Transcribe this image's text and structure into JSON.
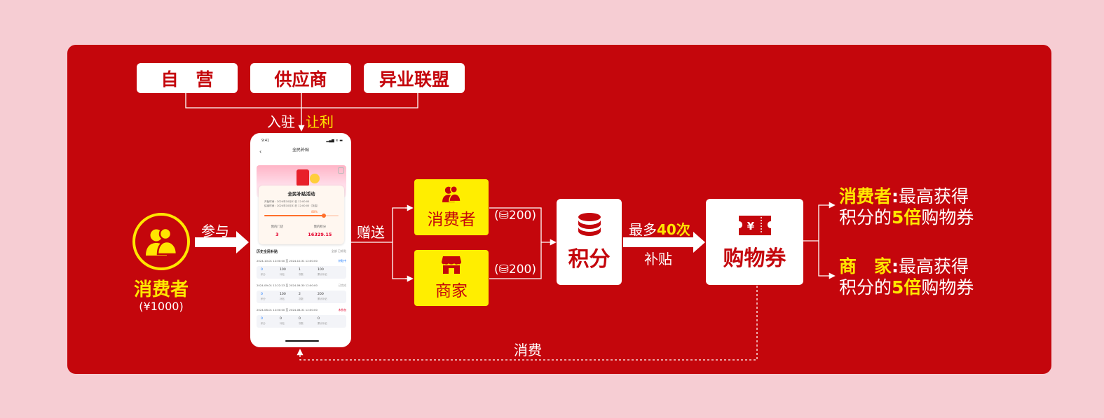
{
  "colors": {
    "background": "#f6cdd3",
    "panel": "#c4060c",
    "accent_yellow": "#ffe600",
    "box_yellow": "#ffee00",
    "white": "#ffffff"
  },
  "sources": {
    "self_operated": "自　营",
    "supplier": "供应商",
    "alliance": "异业联盟"
  },
  "labels": {
    "settle_in": "入驻",
    "concession": "让利",
    "participate": "参与",
    "gift": "赠送",
    "most_prefix": "最多",
    "most_count": "40次",
    "subsidy": "补贴",
    "consume": "消费"
  },
  "consumer": {
    "title": "消费者",
    "amount": "(¥1000)",
    "icon": "users-icon"
  },
  "recipients": {
    "consumer_label": "消费者",
    "consumer_icon": "users-icon",
    "consumer_points": "(⛁200)",
    "merchant_label": "商家",
    "merchant_icon": "shop-icon",
    "merchant_points": "(⛁200)"
  },
  "points_box": {
    "label": "积分",
    "icon": "coin-stack-icon"
  },
  "voucher_box": {
    "label": "购物券",
    "icon": "voucher-icon"
  },
  "outcomes": [
    {
      "who": "消费者",
      "colon": ":",
      "line1_rest": "最高获得",
      "line2_prefix": "积分的",
      "multiple": "5倍",
      "line2_suffix": "购物券"
    },
    {
      "who": "商　家",
      "colon": ":",
      "line1_rest": "最高获得",
      "line2_prefix": "积分的",
      "multiple": "5倍",
      "line2_suffix": "购物券"
    }
  ],
  "phone": {
    "time": "9:41",
    "signal": "▂▄▆ ≋ ▬",
    "back": "‹",
    "title": "全民补贴",
    "card_title": "全民补贴活动",
    "start_time": "开始时间：2024年10月01日 12:00:00",
    "end_time": "结束时间：2024年10月31日 12:00:00（冻结）",
    "progress_pct": 0.8,
    "progress_label": "80%",
    "my_stores_label": "我的门店",
    "my_stores_value": "3",
    "my_points_label": "我的积分",
    "my_points_value": "16329.15",
    "history_title": "历史全民补贴",
    "history_filter": "全部  已补贴",
    "rows": [
      {
        "date": "2024-10-01 12:00:00 至 2024-10-31 12:00:00",
        "status": "补贴中",
        "status_type": "blue",
        "cells": [
          {
            "v": "0",
            "l": "积分"
          },
          {
            "v": "100",
            "l": "补贴"
          },
          {
            "v": "1",
            "l": "次数"
          },
          {
            "v": "100",
            "l": "累计补贴"
          }
        ]
      },
      {
        "date": "2024-09-01 12:22:23 至 2024-09-30 12:00:00",
        "status": "已完成",
        "status_type": "grey",
        "cells": [
          {
            "v": "0",
            "l": "积分"
          },
          {
            "v": "100",
            "l": "补贴"
          },
          {
            "v": "2",
            "l": "次数"
          },
          {
            "v": "200",
            "l": "累计补贴"
          }
        ]
      },
      {
        "date": "2024-08-01 12:00:00 至 2024-08-31 12:00:00",
        "status": "未参加",
        "status_type": "red",
        "cells": [
          {
            "v": "0",
            "l": "积分"
          },
          {
            "v": "0",
            "l": "补贴"
          },
          {
            "v": "0",
            "l": "次数"
          },
          {
            "v": "0",
            "l": "累计补贴"
          }
        ]
      }
    ]
  }
}
